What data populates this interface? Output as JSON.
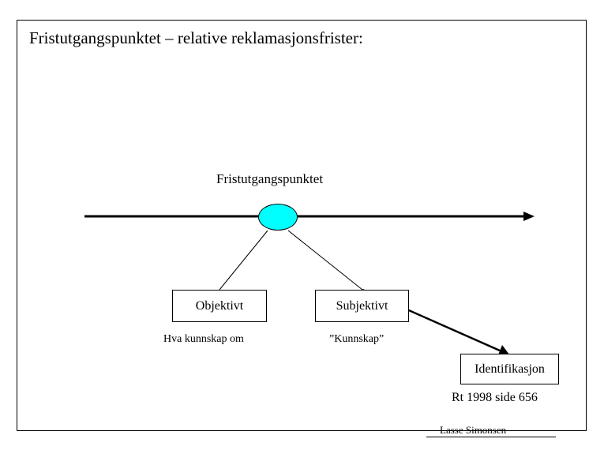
{
  "slide": {
    "title": "Fristutgangspunktet – relative reklamasjonsfrister:",
    "timeline_label": "Fristutgangspunktet",
    "boxes": {
      "objektivt": "Objektivt",
      "subjektivt": "Subjektivt",
      "identifikasjon": "Identifikasjon"
    },
    "sublabels": {
      "objektivt": "Hva kunnskap om",
      "subjektivt": "”Kunnskap”"
    },
    "reference": "Rt 1998 side 656",
    "footer": "Lasse Simonsen",
    "colors": {
      "node_fill": "#00FFFF",
      "line": "#000000",
      "background": "#FFFFFF"
    }
  }
}
